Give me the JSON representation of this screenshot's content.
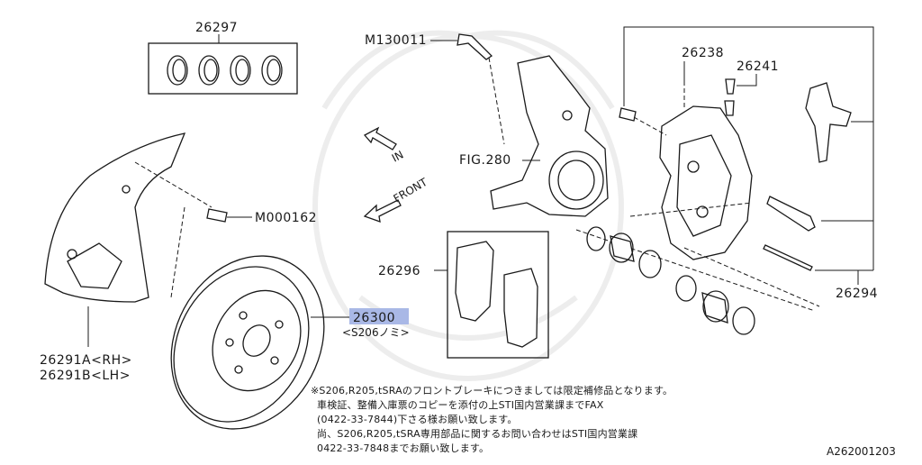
{
  "parts": {
    "seal_kit": "26297",
    "knuckle_bolt": "M130011",
    "caliper": "26238",
    "bleeder": "26241",
    "fig_ref": "FIG.280",
    "cover_bolt": "M000162",
    "pad_set": "26296",
    "caliper_kit": "26294",
    "rotor": "26300",
    "rotor_sub": "<S206ノミ>",
    "cover_rh": "26291A<RH>",
    "cover_lh": "26291B<LH>"
  },
  "arrows": {
    "in": "IN",
    "front": "FRONT"
  },
  "notes": [
    "※S206,R205,tSRAのフロントブレーキにつきましては限定補修品となります。",
    "車検証、整備入庫票のコピーを添付の上STI国内営業課までFAX",
    "(0422-33-7844)下さる様お願い致します。",
    "尚、S206,R205,tSRA専用部品に関するお問い合わせはSTI国内営業課",
    "0422-33-7848までお願い致します。"
  ],
  "diagram_id": "A262001203",
  "colors": {
    "highlight": "#a9b8e6",
    "line": "#1a1a1a"
  }
}
